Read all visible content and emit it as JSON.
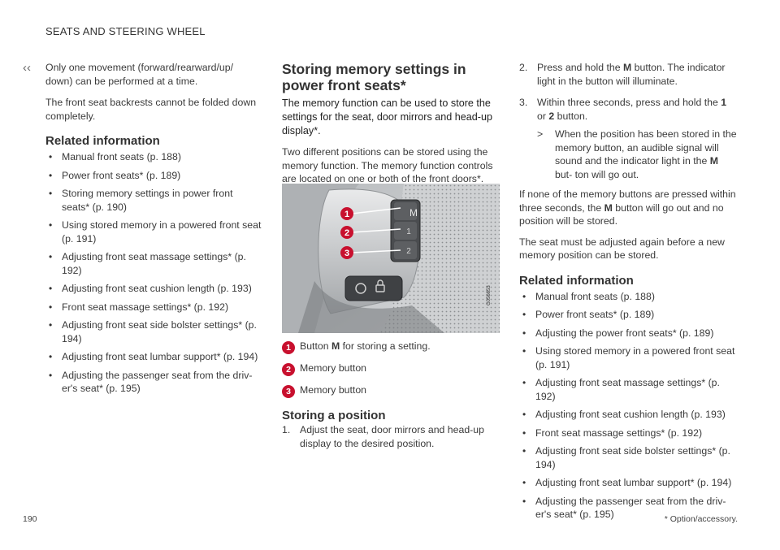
{
  "header": {
    "title": "SEATS AND STEERING WHEEL",
    "back_glyph": "‹‹"
  },
  "left": {
    "para1": "Only one movement (forward/rearward/up/ down) can be performed at a time.",
    "para2": "The front seat backrests cannot be folded down completely.",
    "related_heading": "Related information",
    "related": [
      "Manual front seats (p. 188)",
      "Power front seats* (p. 189)",
      "Storing memory settings in power front seats* (p. 190)",
      "Using stored memory in a powered front seat (p. 191)",
      "Adjusting front seat massage settings* (p. 192)",
      "Adjusting front seat cushion length (p. 193)",
      "Front seat massage settings* (p. 192)",
      "Adjusting front seat side bolster settings* (p. 194)",
      "Adjusting front seat lumbar support* (p. 194)",
      "Adjusting the passenger seat from the driv- er's seat* (p. 195)"
    ]
  },
  "middle": {
    "title": "Storing memory settings in power front seats*",
    "lead": "The memory function can be used to store the settings for the seat, door mirrors and head-up display*.",
    "intro": "Two different positions can be stored using the memory function. The memory function controls are located on one or both of the front doors*.",
    "figure_code": "G056653",
    "callouts": [
      "1",
      "2",
      "3"
    ],
    "button_labels": [
      "M",
      "1",
      "2"
    ],
    "captions": [
      {
        "num": "1",
        "pre": "Button ",
        "bold": "M",
        "post": " for storing a setting."
      },
      {
        "num": "2",
        "pre": "Memory button",
        "bold": "",
        "post": ""
      },
      {
        "num": "3",
        "pre": "Memory button",
        "bold": "",
        "post": ""
      }
    ],
    "storing_heading": "Storing a position",
    "step1_num": "1.",
    "step1": "Adjust the seat, door mirrors and head-up display to the desired position."
  },
  "right": {
    "step2_num": "2.",
    "step2_pre": "Press and hold the ",
    "step2_bold": "M",
    "step2_post": " button. The indicator light in the button will illuminate.",
    "step3_num": "3.",
    "step3_pre": "Within three seconds, press and hold the ",
    "step3_b1": "1",
    "step3_mid": " or ",
    "step3_b2": "2",
    "step3_post": " button.",
    "result_arrow": ">",
    "result_pre": "When the position has been stored in the memory button, an audible signal will sound and the indicator light in the ",
    "result_bold": "M",
    "result_post": " but- ton will go out.",
    "para1_pre": "If none of the memory buttons are pressed within three seconds, the ",
    "para1_bold": "M",
    "para1_post": " button will go out and no position will be stored.",
    "para2": "The seat must be adjusted again before a new memory position can be stored.",
    "related_heading": "Related information",
    "related": [
      "Manual front seats (p. 188)",
      "Power front seats* (p. 189)",
      "Adjusting the power front seats* (p. 189)",
      "Using stored memory in a powered front seat (p. 191)",
      "Adjusting front seat massage settings* (p. 192)",
      "Adjusting front seat cushion length (p. 193)",
      "Front seat massage settings* (p. 192)",
      "Adjusting front seat side bolster settings* (p. 194)",
      "Adjusting front seat lumbar support* (p. 194)",
      "Adjusting the passenger seat from the driv- er's seat* (p. 195)"
    ]
  },
  "footer": {
    "page_number": "190",
    "footnote": "* Option/accessory."
  }
}
